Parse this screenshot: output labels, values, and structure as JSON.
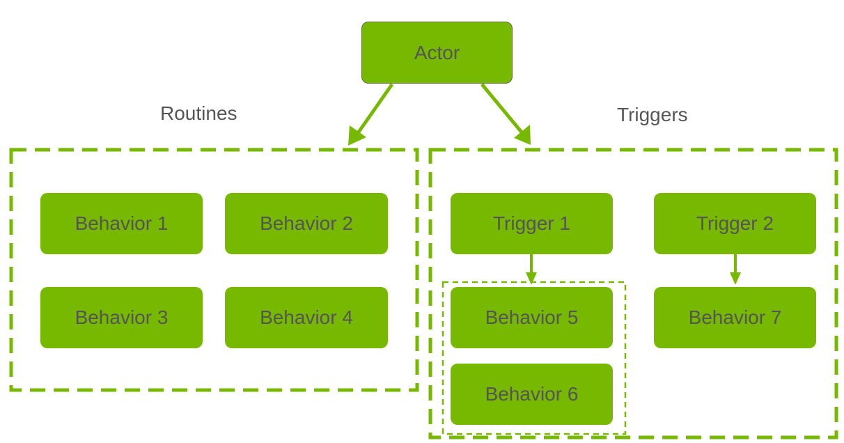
{
  "colors": {
    "node_fill": "#76b900",
    "node_text": "#555555",
    "actor_border": "#5f6b3c",
    "dash": "#76b900",
    "arrow": "#76b900",
    "background": "#ffffff"
  },
  "diagram": {
    "actor": "Actor",
    "routines": {
      "label": "Routines",
      "behaviors": [
        "Behavior 1",
        "Behavior 2",
        "Behavior 3",
        "Behavior 4"
      ]
    },
    "triggers": {
      "label": "Triggers",
      "trigger_1": "Trigger 1",
      "trigger_2": "Trigger 2",
      "trigger_1_behaviors": [
        "Behavior 5",
        "Behavior 6"
      ],
      "trigger_2_behaviors": [
        "Behavior 7"
      ]
    }
  }
}
